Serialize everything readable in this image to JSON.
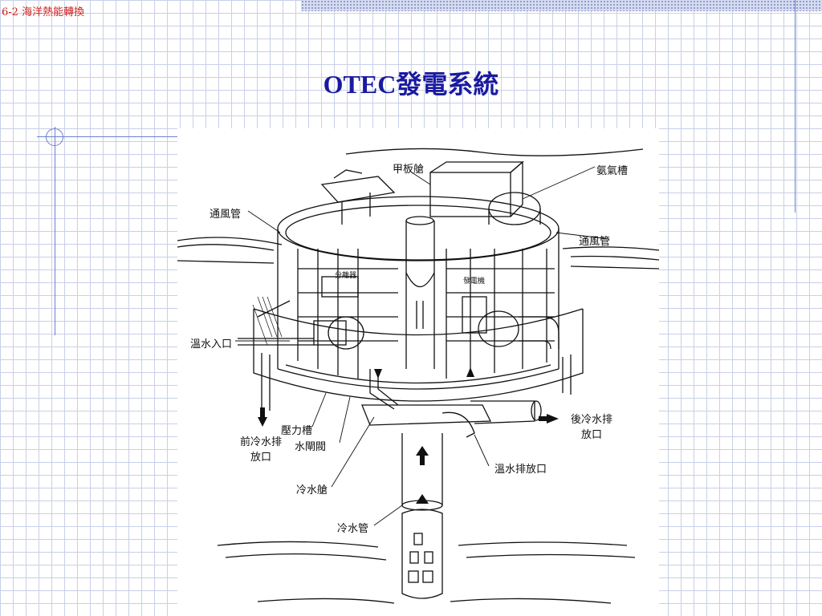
{
  "header": {
    "slide_label": "6-2  海洋熱能轉換"
  },
  "title": "OTEC發電系統",
  "diagram": {
    "labels": {
      "deck_cabin": "甲板艙",
      "ammonia_tank": "氨氣槽",
      "vent_pipe_left": "通風管",
      "vent_pipe_right": "通風管",
      "separator": "分離器",
      "generator": "發電機",
      "warm_water_inlet": "溫水入口",
      "pressure_tank": "壓力槽",
      "front_cold_discharge_1": "前冷水排",
      "front_cold_discharge_2": "放口",
      "water_gate_valve": "水閘閥",
      "cold_water_chamber": "冷水艙",
      "cold_water_pipe": "冷水管",
      "rear_cold_discharge_1": "後冷水排",
      "rear_cold_discharge_2": "放口",
      "warm_water_discharge": "溫水排放口"
    }
  },
  "colors": {
    "title": "#1a1aa0",
    "slide_label": "#d02020",
    "grid": "#c9d0e8",
    "accent_line": "#6b7fd0"
  }
}
